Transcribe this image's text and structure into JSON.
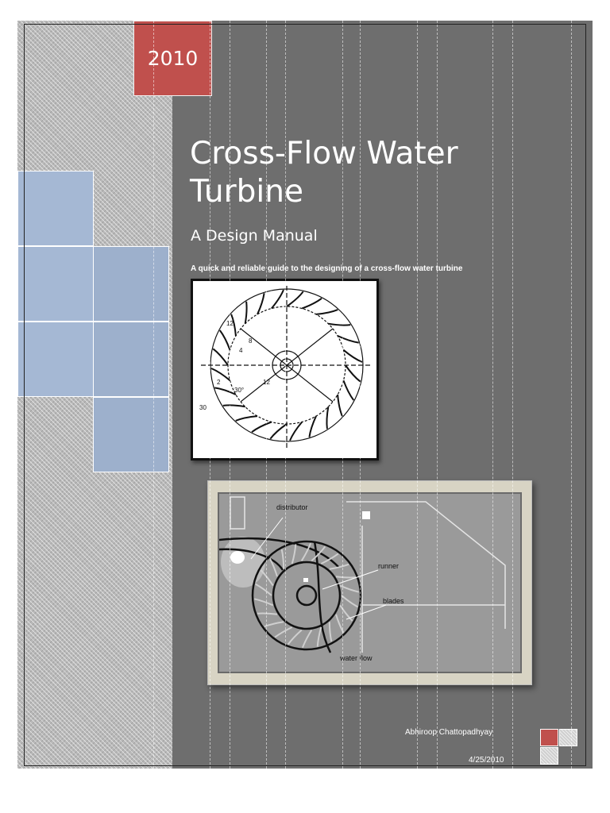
{
  "cover": {
    "year": "2010",
    "title_line1": "Cross-Flow Water",
    "title_line2": "Turbine",
    "subtitle": "A Design Manual",
    "tagline": "A quick and reliable guide to the designing of a cross-flow water turbine"
  },
  "figure1": {
    "labels": [
      "12",
      "8",
      "4",
      "30°",
      "2",
      "12",
      "30"
    ]
  },
  "figure2": {
    "labels": {
      "distributor": "distributor",
      "runner": "runner",
      "blades": "blades",
      "water_flow": "water flow"
    }
  },
  "footer": {
    "author": "Abhiroop Chattopadhyay",
    "date": "4/25/2010"
  },
  "colors": {
    "accent_red": "#c0504d",
    "panel_grey": "#6e6e6e",
    "tile_blue": "#a5b8d4"
  }
}
